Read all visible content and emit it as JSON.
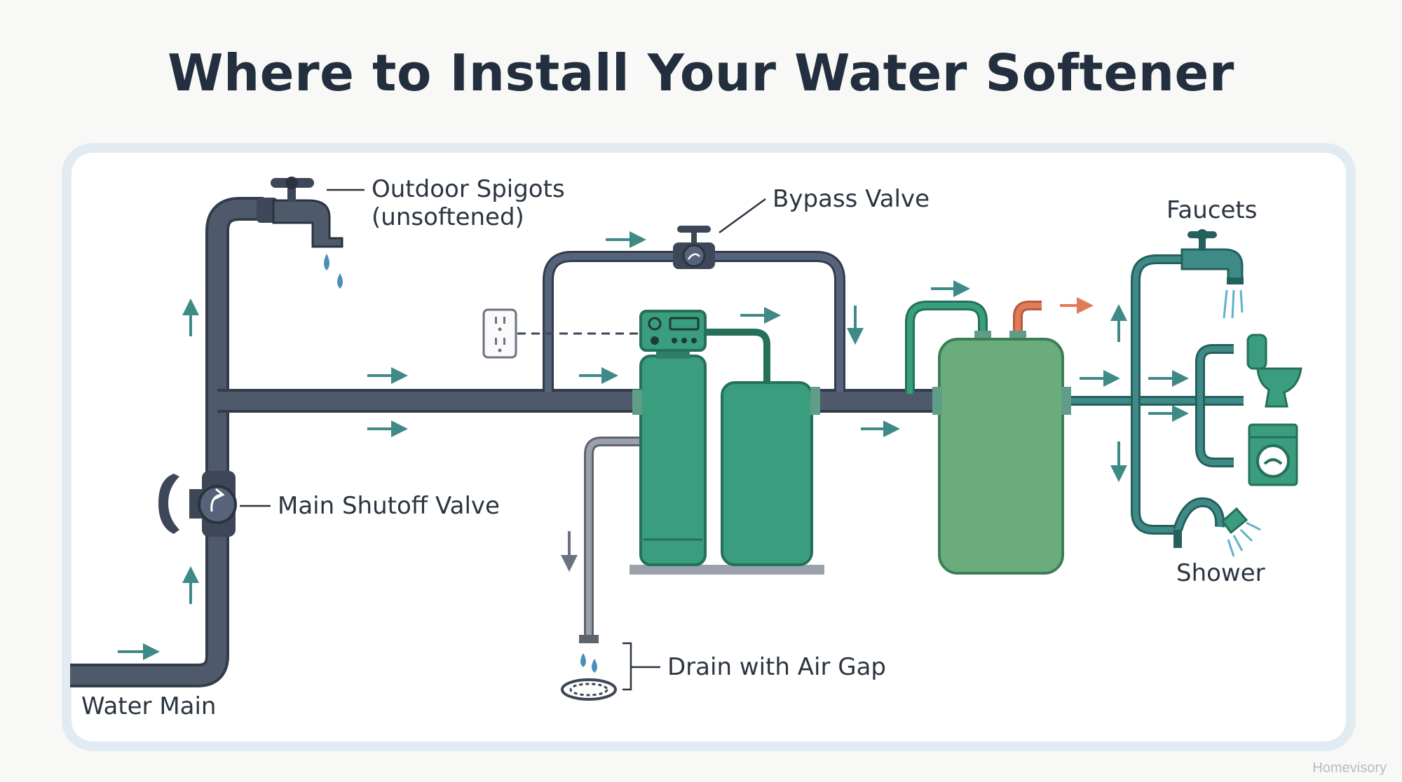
{
  "title": "Where to Install Your Water Softener",
  "labels": {
    "outdoor_spigots_line1": "Outdoor Spigots",
    "outdoor_spigots_line2": "(unsoftened)",
    "bypass_valve": "Bypass Valve",
    "faucets": "Faucets",
    "main_shutoff_valve": "Main Shutoff Valve",
    "drain_with_air_gap": "Drain with Air Gap",
    "water_main": "Water Main",
    "shower": "Shower"
  },
  "watermark": "Homevisory",
  "colors": {
    "pipe": "#4a5568",
    "pipe_outline": "#3a4556",
    "arrow": "#3f8a86",
    "softener_tank": "#3a9d7e",
    "water_heater": "#6aac7c",
    "distribution_pipe": "#2f7a76",
    "hot_outlet": "#e07b5a",
    "water_drop": "#4a8fb8",
    "drain_pipe": "#8a9099"
  },
  "icons": [
    "outdoor-spigot-icon",
    "bypass-valve-icon",
    "electrical-outlet-icon",
    "control-head-icon",
    "resin-tank-icon",
    "brine-tank-icon",
    "water-heater-icon",
    "faucet-icon",
    "toilet-icon",
    "washing-machine-icon",
    "shower-head-icon",
    "floor-drain-icon",
    "main-shutoff-valve-icon"
  ]
}
